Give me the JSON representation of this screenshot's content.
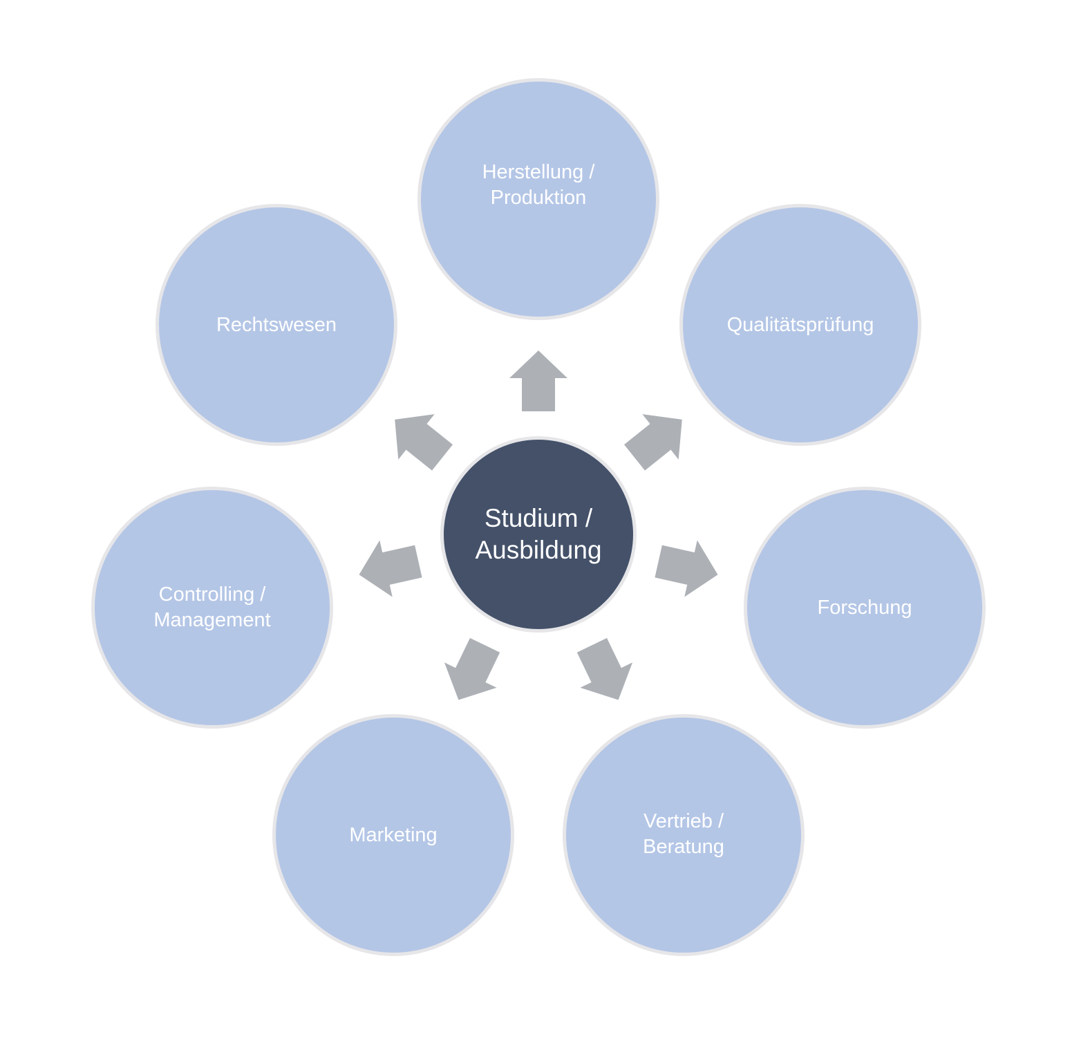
{
  "diagram": {
    "center": {
      "label": "Studium /\nAusbildung"
    },
    "nodes": [
      {
        "id": "herstellung",
        "label": "Herstellung /\nProduktion"
      },
      {
        "id": "qualitaet",
        "label": "Qualitätsprüfung"
      },
      {
        "id": "forschung",
        "label": "Forschung"
      },
      {
        "id": "vertrieb",
        "label": "Vertrieb /\nBeratung"
      },
      {
        "id": "marketing",
        "label": "Marketing"
      },
      {
        "id": "controlling",
        "label": "Controlling /\nManagement"
      },
      {
        "id": "recht",
        "label": "Rechtswesen"
      }
    ]
  },
  "colors": {
    "outer_fill": "#b4c6e6",
    "outer_border": "#e6e6e9",
    "center_fill": "#445169",
    "arrow": "#adb1b6",
    "text": "#ffffff"
  }
}
